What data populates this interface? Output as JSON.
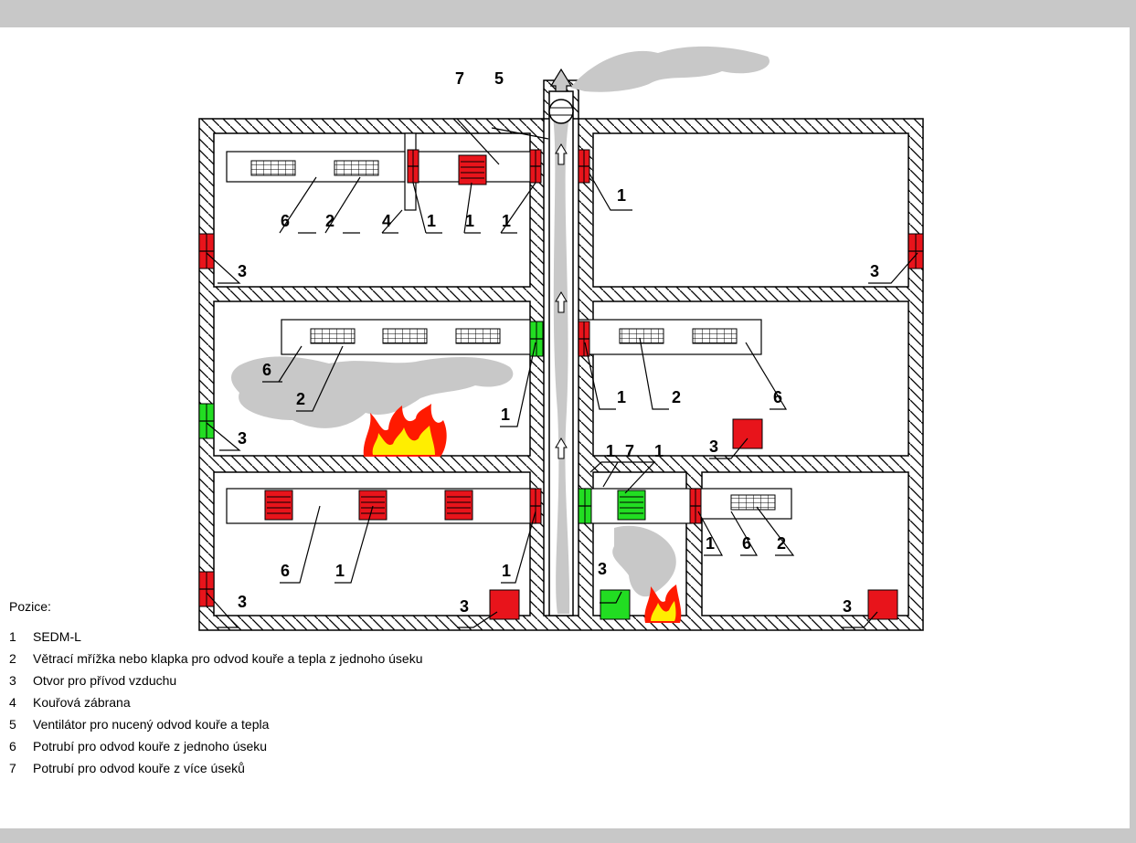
{
  "colors": {
    "active_damper": "#e8141b",
    "open_damper": "#22dd22",
    "smoke": "#c8c8c8",
    "fire_outer": "#ff1a00",
    "fire_inner": "#ffee00",
    "hatch": "#000000"
  },
  "callouts": {
    "n1": "1",
    "n2": "2",
    "n3": "3",
    "n4": "4",
    "n5": "5",
    "n6": "6",
    "n7": "7"
  },
  "legend": {
    "title": "Pozice:",
    "items": [
      {
        "num": "1",
        "text": "SEDM-L"
      },
      {
        "num": "2",
        "text": "Větrací mřížka nebo klapka pro odvod kouře a tepla z jednoho úseku"
      },
      {
        "num": "3",
        "text": "Otvor pro přívod vzduchu"
      },
      {
        "num": "4",
        "text": "Kouřová zábrana"
      },
      {
        "num": "5",
        "text": "Ventilátor pro nucený odvod kouře a tepla"
      },
      {
        "num": "6",
        "text": "Potrubí pro odvod kouře z jednoho úseku"
      },
      {
        "num": "7",
        "text": "Potrubí pro odvod kouře z více úseků"
      }
    ]
  }
}
